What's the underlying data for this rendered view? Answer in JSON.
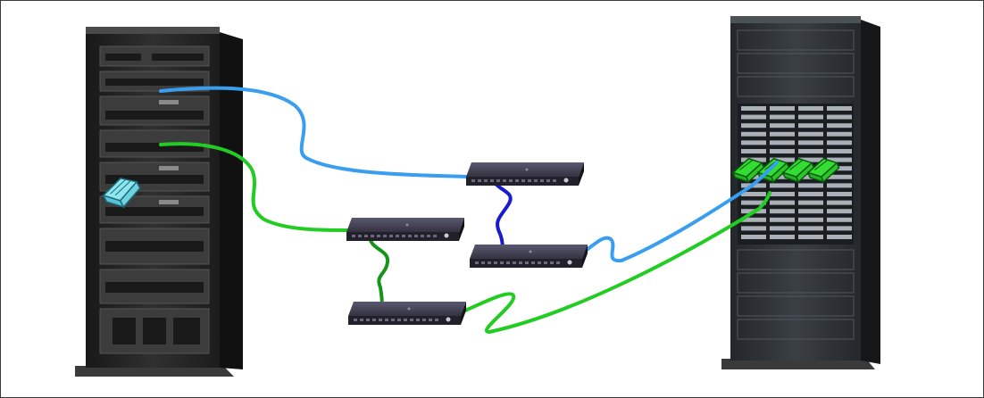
{
  "colors": {
    "background": "#ffffff",
    "frame": "#3a3a3a",
    "rack_body": "#2a2a2a",
    "rack_side": "#1a1a1a",
    "rack_drawer": "#3b3b3b",
    "storage_body": "#2e3236",
    "switch_body": "#3f3d4a",
    "cable_blue_light": "#3a9ef0",
    "cable_blue_dark": "#1a1acf",
    "cable_green_light": "#22cc22",
    "cable_green_dark": "#17951b",
    "adapter_cyan": "#8fe6f0",
    "adapter_green": "#33dd33"
  },
  "icons": {
    "left_device": "server-rack-icon",
    "right_device": "disk-storage-system-icon",
    "switch": "fibre-channel-switch-icon",
    "host_adapter": "host-bus-adapter-icon",
    "storage_adapter": "storage-host-adapter-icon"
  },
  "diagram": {
    "switch_count": 4,
    "storage_adapter_count": 4,
    "links": [
      {
        "from": "server-rack",
        "to": "switch-1",
        "color": "cable_blue_light"
      },
      {
        "from": "server-rack",
        "to": "switch-2",
        "color": "cable_green_light"
      },
      {
        "from": "switch-1",
        "to": "switch-3",
        "color": "cable_blue_dark"
      },
      {
        "from": "switch-2",
        "to": "switch-4",
        "color": "cable_green_dark"
      },
      {
        "from": "switch-3",
        "to": "storage-system",
        "color": "cable_blue_light"
      },
      {
        "from": "switch-4",
        "to": "storage-system",
        "color": "cable_green_light"
      }
    ]
  }
}
